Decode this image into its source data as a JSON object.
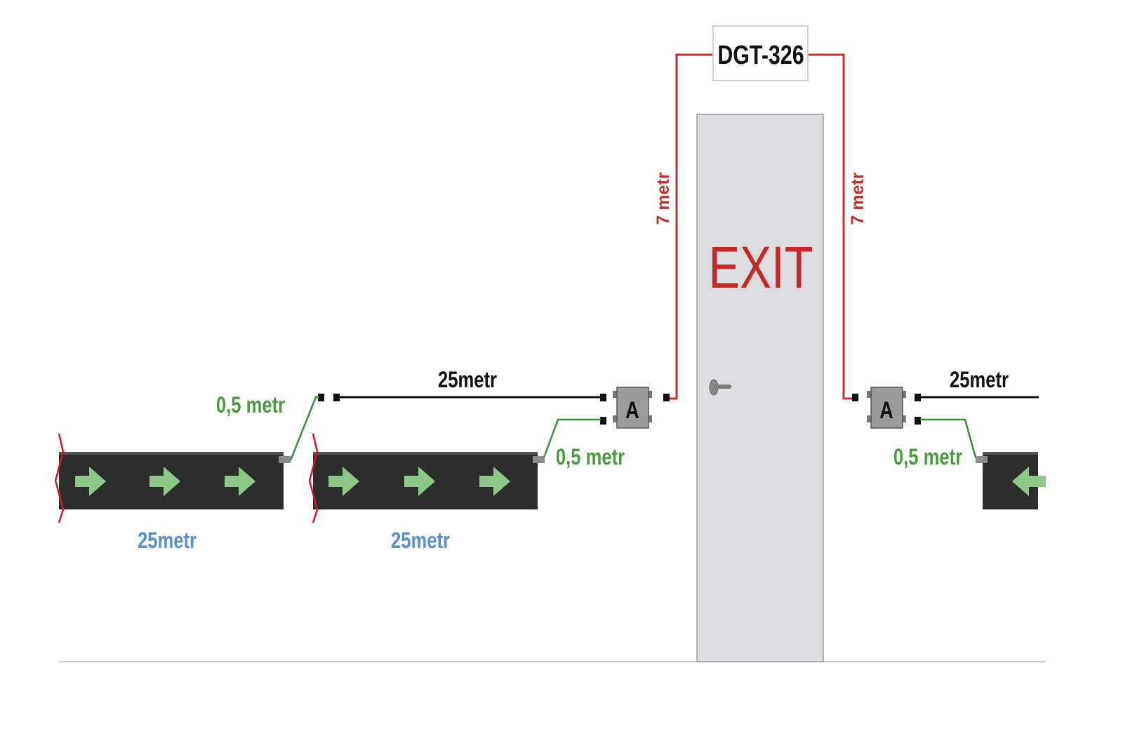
{
  "controller": {
    "label": "DGT-326"
  },
  "door": {
    "sign": "EXIT"
  },
  "junction_box": {
    "label": "A"
  },
  "labels": {
    "red_cable_left": "7 metr",
    "red_cable_right": "7 metr",
    "black_cable_middle": "25metr",
    "black_cable_right": "25metr",
    "green_lead_left": "0,5 metr",
    "green_lead_middle": "0,5 metr",
    "green_lead_right": "0,5 metr",
    "strip_left": "25metr",
    "strip_middle": "25metr"
  },
  "colors": {
    "red_cable": "#c0302f",
    "black_cable": "#111111",
    "green_lead": "#3a8d3e",
    "green_text": "#4a9a40",
    "blue_text": "#5b8fd0",
    "strip_body": "#2b2e2b",
    "strip_arrow": "#8fc98a",
    "door_fill": "#dcdde0",
    "exit_text": "#c62828",
    "floor_line": "#cccccc"
  }
}
